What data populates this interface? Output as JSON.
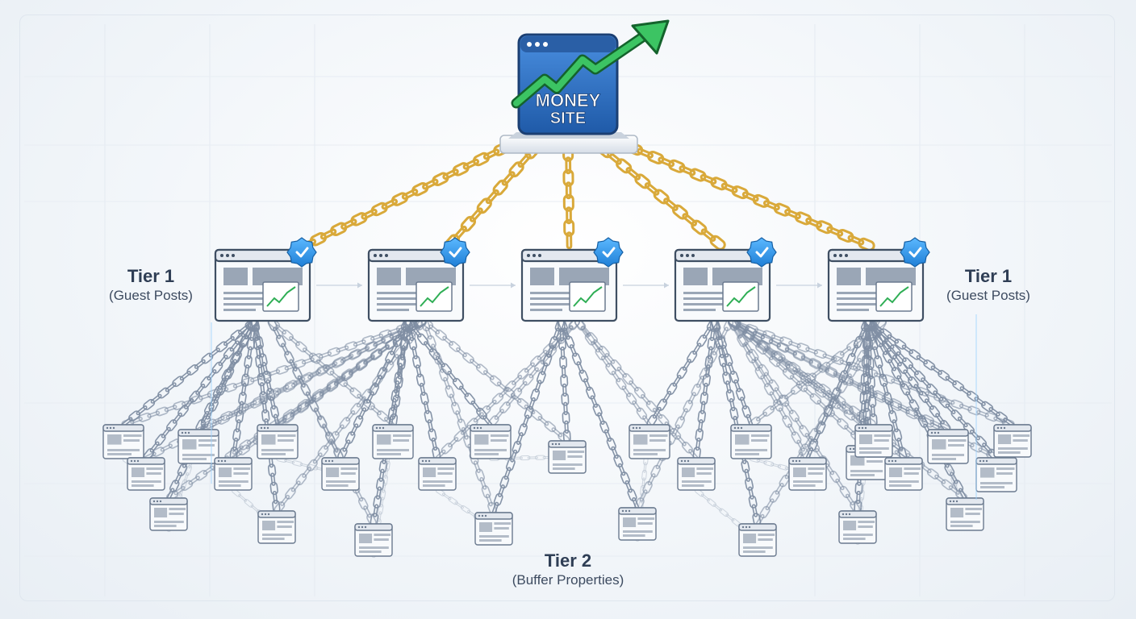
{
  "money_site": {
    "line1": "MONEY",
    "line2": "SITE"
  },
  "labels": {
    "tier1_left": {
      "title": "Tier 1",
      "subtitle": "(Guest Posts)"
    },
    "tier1_right": {
      "title": "Tier 1",
      "subtitle": "(Guest Posts)"
    },
    "tier2": {
      "title": "Tier 2",
      "subtitle": "(Buffer Properties)"
    }
  },
  "colors": {
    "money_blue": "#2f6fbf",
    "arrow_green": "#2fae55",
    "gold_chain": "#d9a93a",
    "steel_chain": "#7f8ea3",
    "badge_blue": "#2a8fe0",
    "card_border": "#3f4f63"
  },
  "tier1_count": 5,
  "tier2_count": 28
}
